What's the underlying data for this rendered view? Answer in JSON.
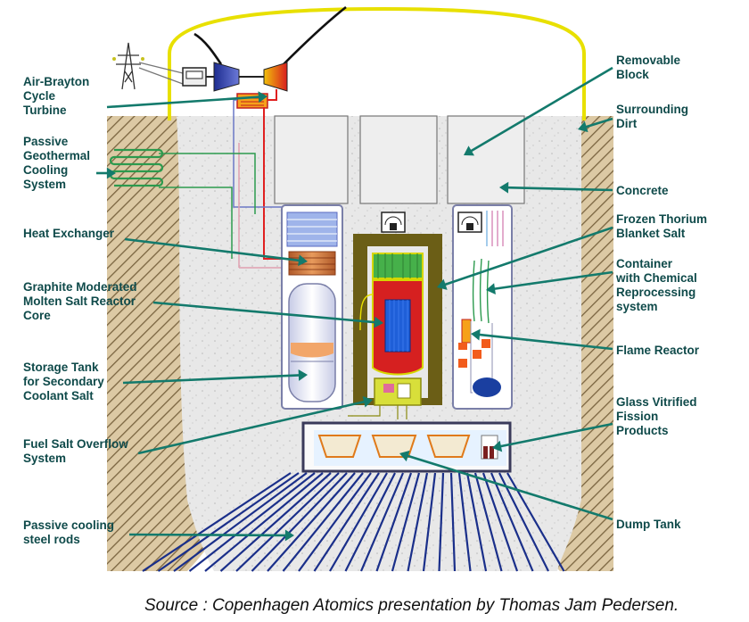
{
  "labels": {
    "air_brayton": "Air-Brayton\nCycle\nTurbine",
    "passive_geo": "Passive\nGeothermal\nCooling\nSystem",
    "heat_exchanger": "Heat Exchanger",
    "graphite_core": "Graphite Moderated\nMolten Salt Reactor\nCore",
    "storage_tank": "Storage Tank\nfor Secondary\nCoolant Salt",
    "fuel_overflow": "Fuel Salt Overflow\nSystem",
    "passive_rods": "Passive cooling\nsteel rods",
    "removable_block": "Removable\nBlock",
    "surrounding_dirt": "Surrounding\nDirt",
    "concrete": "Concrete",
    "frozen_thorium": "Frozen Thorium\nBlanket Salt",
    "container": "Container\nwith Chemical\nReprocessing\nsystem",
    "flame_reactor": "Flame Reactor",
    "glass_vitrified": "Glass Vitrified\nFission\nProducts",
    "dump_tank": "Dump Tank"
  },
  "source": "Source : Copenhagen Atomics presentation by Thomas Jam Pedersen.",
  "colors": {
    "label_text": "#0f4a4a",
    "arrow": "#137a6c",
    "dome": "#e8e000",
    "concrete": "#e6e6e6",
    "core": "#d62020",
    "fuel_blue": "#1f5fd8",
    "olive": "#6b5e16",
    "rods": "#1a2f8a"
  }
}
